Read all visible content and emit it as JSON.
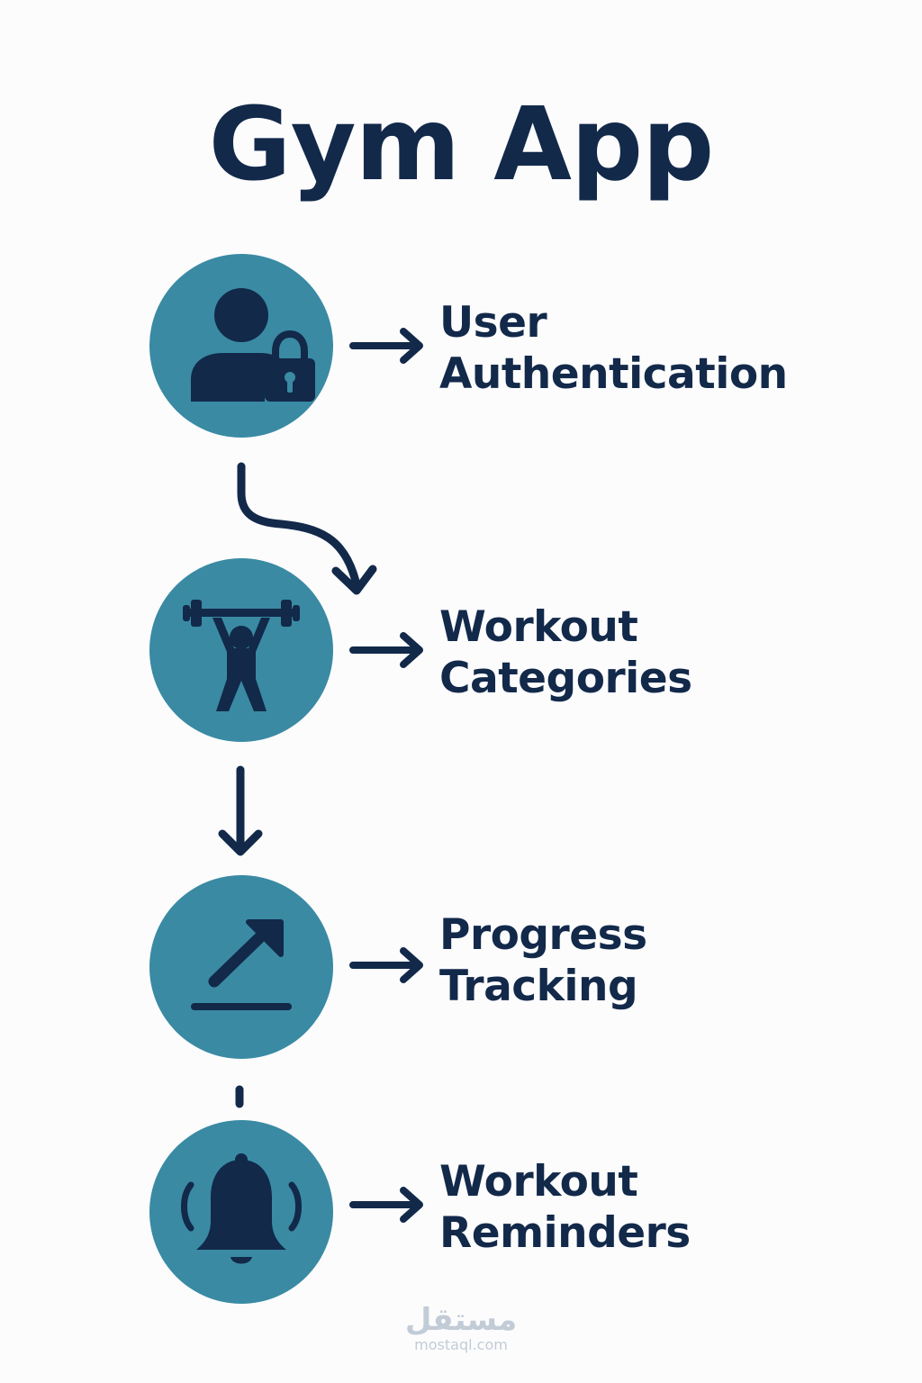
{
  "title": "Gym App",
  "steps": [
    {
      "line1": "User",
      "line2": "Authentication",
      "icon": "user-lock-icon"
    },
    {
      "line1": "Workout",
      "line2": "Categories",
      "icon": "weightlifter-icon"
    },
    {
      "line1": "Progress",
      "line2": "Tracking",
      "icon": "trend-arrow-icon"
    },
    {
      "line1": "Workout",
      "line2": "Reminders",
      "icon": "bell-icon"
    }
  ],
  "colors": {
    "circle": "#3a8aa3",
    "ink": "#12294a",
    "background": "#fcfcfd",
    "watermark": "#c2ccd6"
  },
  "watermark": {
    "logo": "مستقل",
    "url": "mostaql.com"
  }
}
